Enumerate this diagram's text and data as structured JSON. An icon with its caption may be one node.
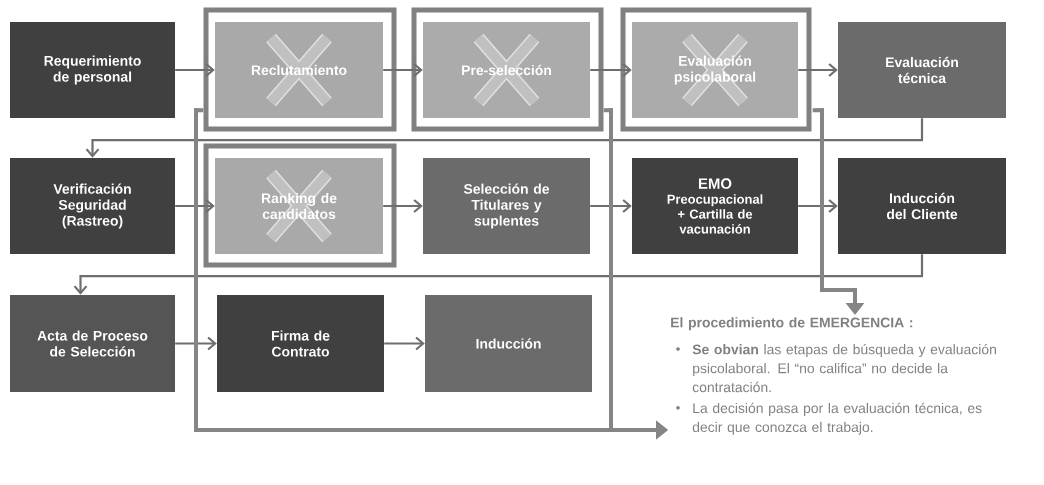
{
  "diagram": {
    "nodes": [
      {
        "text": [
          "Requerimiento de personal"
        ]
      },
      {
        "text": [
          "Reclutamiento"
        ]
      },
      {
        "text": [
          "Pre-selección"
        ]
      },
      {
        "text": [
          "Evaluación psicolaboral"
        ]
      },
      {
        "text": [
          "Evaluación técnica"
        ]
      },
      {
        "text": [
          "Verificación Seguridad (Rastreo)"
        ]
      },
      {
        "text": [
          "Ranking de candidatos"
        ]
      },
      {
        "text": [
          "Selección de Titulares y suplentes"
        ]
      },
      {
        "text": [
          "EMO",
          "Preocupacional + Cartilla de vacunación"
        ]
      },
      {
        "text": [
          "Inducción del Cliente"
        ]
      },
      {
        "text": [
          "Acta de Proceso de Selección"
        ]
      },
      {
        "text": [
          "Firma de Contrato"
        ]
      },
      {
        "text": [
          "Inducción"
        ]
      },
      {
        "text": [
          "El procedimiento de EMERGENCIA :",
          "**Se obvian** las etapas de búsqueda y evaluación psicolaboral. El “no califica” no decide la contratación.",
          "La decisión pasa por la evaluación técnica, es decir que conozca el trabajo."
        ]
      }
    ],
    "edges": [
      {
        "from": 0,
        "to": 1,
        "arrow": "to"
      },
      {
        "from": 1,
        "to": 2,
        "arrow": "to"
      },
      {
        "from": 2,
        "to": 3,
        "arrow": "to"
      },
      {
        "from": 3,
        "to": 4,
        "arrow": "to"
      },
      {
        "from": 4,
        "to": 5,
        "arrow": "to"
      },
      {
        "from": 5,
        "to": 6,
        "arrow": "to"
      },
      {
        "from": 6,
        "to": 7,
        "arrow": "to"
      },
      {
        "from": 7,
        "to": 8,
        "arrow": "to"
      },
      {
        "from": 8,
        "to": 9,
        "arrow": "to"
      },
      {
        "from": 9,
        "to": 10,
        "arrow": "to"
      },
      {
        "from": 10,
        "to": 11,
        "arrow": "to"
      },
      {
        "from": 11,
        "to": 12,
        "arrow": "to"
      },
      {
        "from": 1,
        "to": 13,
        "arrow": "to",
        "style": "thick",
        "color": "#858585"
      },
      {
        "from": 2,
        "to": 13,
        "arrow": "to",
        "style": "thick",
        "color": "#858585"
      },
      {
        "from": 3,
        "to": 13,
        "arrow": "to",
        "style": "thick",
        "color": "#858585"
      }
    ]
  }
}
